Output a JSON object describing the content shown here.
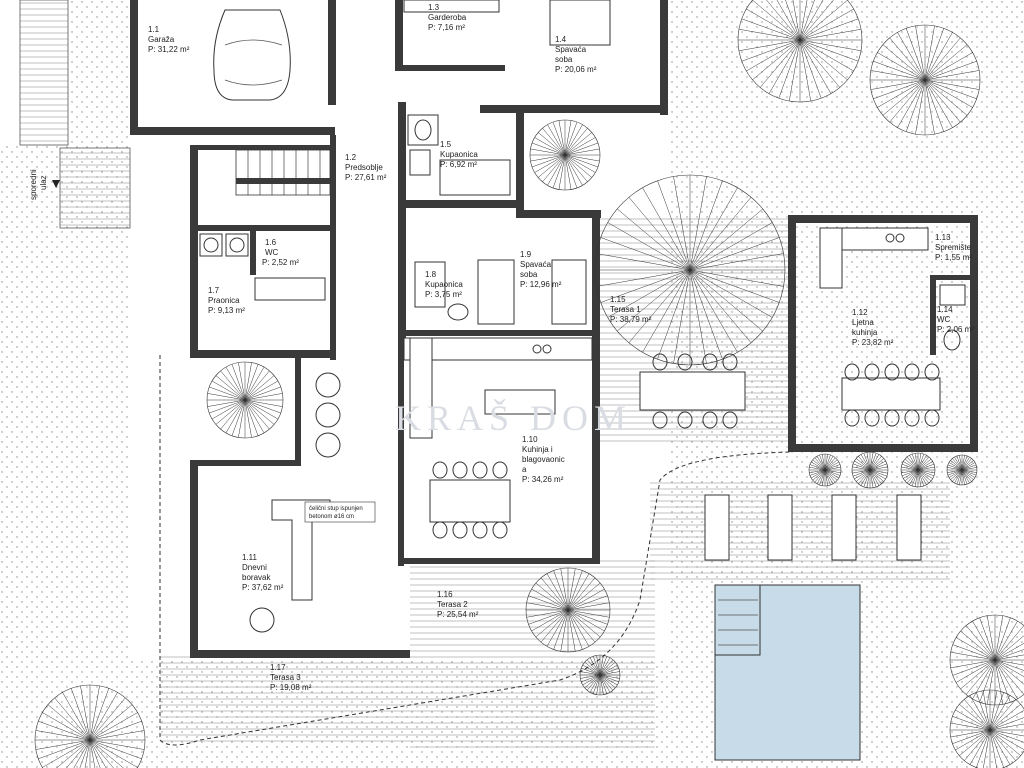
{
  "rooms": [
    {
      "num": "1.1",
      "name": "Garaža",
      "area": "P: 31,22 m²"
    },
    {
      "num": "1.2",
      "name": "Predsoblje",
      "area": "P: 27,61 m²"
    },
    {
      "num": "1.3",
      "name": "Garderoba",
      "area": "P: 7,16 m²"
    },
    {
      "num": "1.4",
      "name": "Spavaća soba",
      "name2": "soba",
      "area": "P: 20,06 m²"
    },
    {
      "num": "1.5",
      "name": "Kupaonica",
      "area": "P: 6,92 m²"
    },
    {
      "num": "1.6",
      "name": "WC",
      "area": "P: 2,52 m²"
    },
    {
      "num": "1.7",
      "name": "Praonica",
      "area": "P: 9,13 m²"
    },
    {
      "num": "1.8",
      "name": "Kupaonica",
      "area": "P: 3,75 m²"
    },
    {
      "num": "1.9",
      "name": "Spavaća",
      "name2": "soba",
      "area": "P: 12,96 m²"
    },
    {
      "num": "1.10",
      "name": "Kuhinja i",
      "name2": "blagovaonic",
      "name3": "a",
      "area": "P: 34,26 m²"
    },
    {
      "num": "1.11",
      "name": "Dnevni",
      "name2": "boravak",
      "area": "P: 37,62 m²"
    },
    {
      "num": "1.12",
      "name": "Ljetna",
      "name2": "kuhinja",
      "area": "P: 23,82 m²"
    },
    {
      "num": "1.13",
      "name": "Spremište",
      "area": "P: 1,55 m²"
    },
    {
      "num": "1.14",
      "name": "WC",
      "area": "P: 2,06 m²"
    },
    {
      "num": "1.15",
      "name": "Terasa 1",
      "area": "P: 38,79 m²"
    },
    {
      "num": "1.16",
      "name": "Terasa 2",
      "area": "P: 25,54 m²"
    },
    {
      "num": "1.17",
      "name": "Terasa 3",
      "area": "P: 19,08 m²"
    }
  ],
  "notes": {
    "column_note_1": "čelični stup ispunjen",
    "column_note_2": "betonom ø16 cm",
    "side_entry_1": "sporedni",
    "side_entry_2": "ulaz"
  },
  "watermark": "KRAŠ DOM"
}
